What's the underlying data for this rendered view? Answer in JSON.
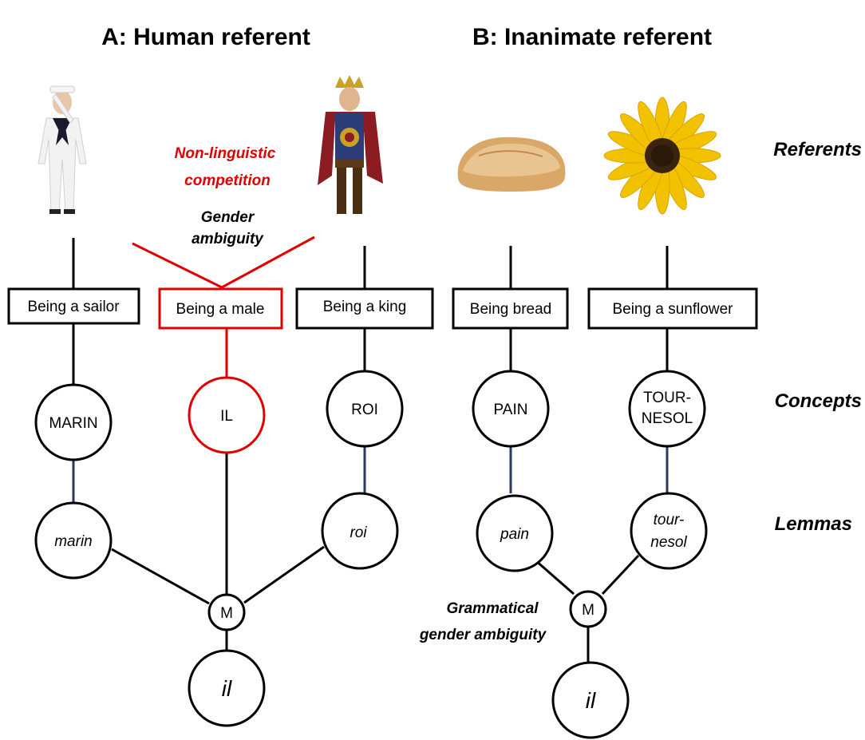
{
  "panels": {
    "a_title": "A: Human referent",
    "b_title": "B: Inanimate referent"
  },
  "row_labels": {
    "referents": "Referents",
    "concepts": "Concepts",
    "lemmas": "Lemmas"
  },
  "annotations": {
    "nonling_line1": "Non-linguistic",
    "nonling_line2": "competition",
    "gender_line1": "Gender",
    "gender_line2": "ambiguity",
    "gram_line1": "Grammatical",
    "gram_line2": "gender ambiguity"
  },
  "boxes": {
    "sailor": "Being a sailor",
    "male": "Being a male",
    "king": "Being a king",
    "bread": "Being bread",
    "sunflower": "Being a sunflower"
  },
  "concepts": {
    "marin": "MARIN",
    "il": "IL",
    "roi": "ROI",
    "pain": "PAIN",
    "tournesol_line1": "TOUR-",
    "tournesol_line2": "NESOL"
  },
  "lemmas": {
    "marin": "marin",
    "roi": "roi",
    "pain": "pain",
    "tournesol_line1": "tour-",
    "tournesol_line2": "nesol"
  },
  "gender_nodes": {
    "a": "M",
    "b": "M"
  },
  "word_forms": {
    "a": "il",
    "b": "il"
  },
  "referent_images": [
    "sailor-image",
    "king-image",
    "bread-image",
    "sunflower-image"
  ],
  "colors": {
    "highlight": "#e00000",
    "lemma_link": "#2a3a5e",
    "line": "#000000"
  }
}
